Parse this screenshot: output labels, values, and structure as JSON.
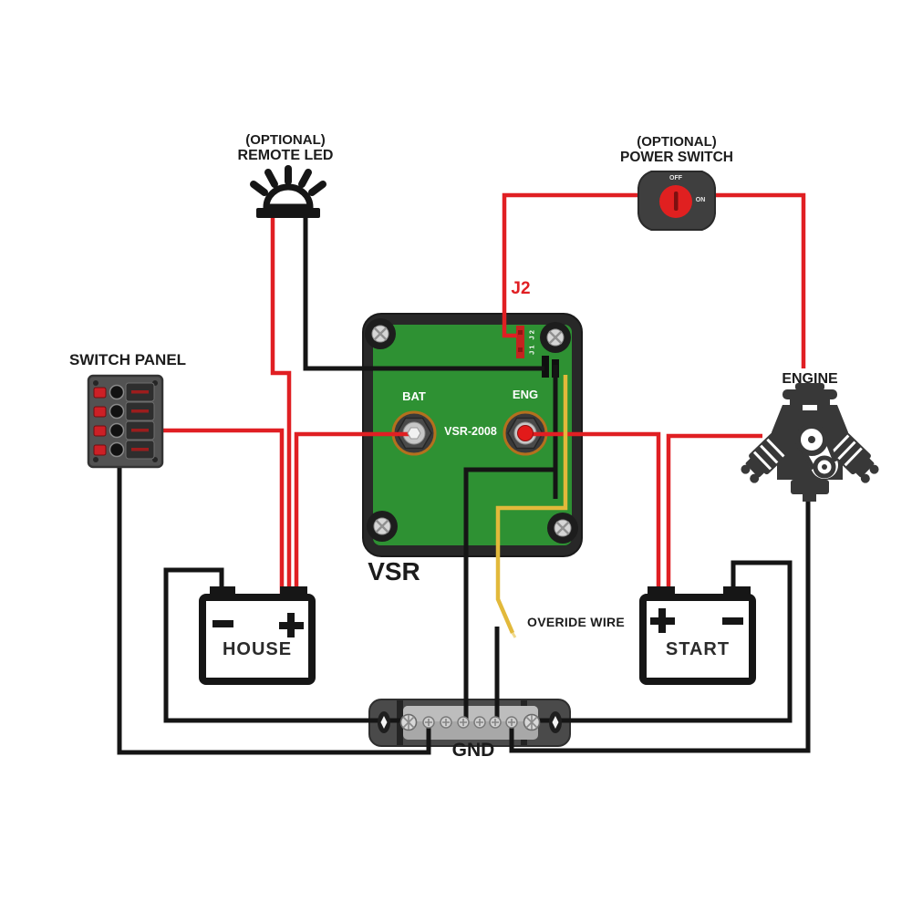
{
  "diagram": {
    "remote_led": {
      "caption1": "(OPTIONAL)",
      "caption2": "REMOTE LED"
    },
    "power_switch": {
      "caption1": "(OPTIONAL)",
      "caption2": "POWER SWITCH",
      "off": "OFF",
      "on": "ON"
    },
    "switch_panel": {
      "label": "SWITCH PANEL"
    },
    "engine": {
      "label": "ENGINE"
    },
    "vsr": {
      "module_label": "VSR",
      "bat_terminal": "BAT",
      "eng_terminal": "ENG",
      "model": "VSR-2008",
      "j2_wire_label": "J2",
      "connector_label": "J1 J2"
    },
    "house_battery": {
      "label": "HOUSE",
      "positive": "+",
      "negative": "-"
    },
    "start_battery": {
      "label": "START",
      "positive": "+",
      "negative": "-"
    },
    "ground_bus": {
      "label": "GND"
    },
    "override_wire": {
      "label": "OVERIDE WIRE"
    },
    "colors": {
      "red_wire": "#e01f23",
      "black_wire": "#151515",
      "yellow_wire": "#e2b93b",
      "pcb_green": "#2e9133",
      "module_frame": "#282828",
      "device_gray": "#3f3f3f"
    }
  }
}
